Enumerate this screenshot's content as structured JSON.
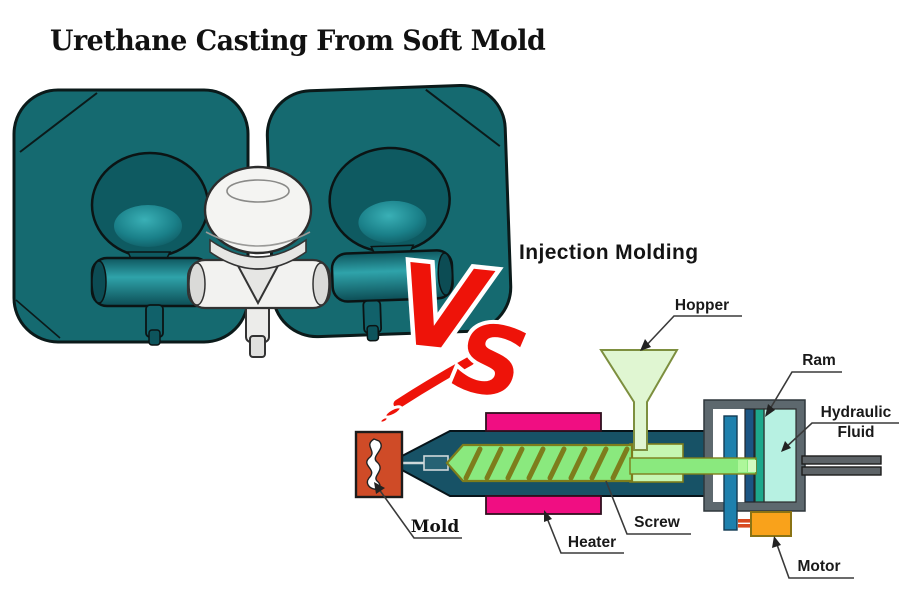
{
  "title": "Urethane Casting From Soft Mold",
  "vs_badge": {
    "v": "V",
    "s": "S"
  },
  "diagram": {
    "heading": "Injection Molding",
    "labels": {
      "hopper": "Hopper",
      "ram": "Ram",
      "hydraulic_line1": "Hydraulic",
      "hydraulic_line2": "Fluid",
      "mold": "Mold",
      "heater": "Heater",
      "screw": "Screw",
      "motor": "Motor"
    }
  },
  "colors": {
    "soft_mold_teal": "#156a70",
    "cast_part_white": "#f2f2f0",
    "vs_red": "#ee1309",
    "barrel_teal": "#175266",
    "heater_magenta": "#f00e82",
    "screw_green": "#8ae97e",
    "hopper_pale_green": "#e0f6d2",
    "mold_block_orange": "#cf4b27",
    "hydraulic_fluid_cyan": "#b7f1e2",
    "ram_teal_green": "#1ea88b",
    "piston_blue": "#1e80ad",
    "navy_bar": "#1b5583",
    "motor_orange": "#f9a21b",
    "frame_gray": "#5d686e"
  }
}
